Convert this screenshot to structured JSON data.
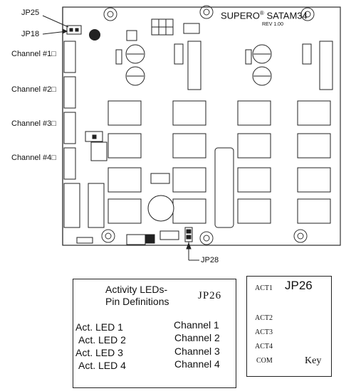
{
  "board": {
    "brand": "SUPERO",
    "model": "SATAM34",
    "rev": "REV 1.00",
    "jp25": "JP25",
    "jp18": "JP18",
    "jp28": "JP28",
    "channels": [
      "Channel #1□",
      "Channel #2□",
      "Channel #3□",
      "Channel #4□"
    ]
  },
  "pin_definitions": {
    "title_line1": "Activity LEDs-",
    "title_line2": "Pin Definitions",
    "jumper": "JP26",
    "rows": [
      {
        "led": "Act.  LED 1",
        "channel": "Channel  1"
      },
      {
        "led": "Act.  LED 2",
        "channel": "Channel 2"
      },
      {
        "led": "Act.  LED 3",
        "channel": "Channel 3"
      },
      {
        "led": "Act.  LED 4",
        "channel": "Channel 4"
      }
    ]
  },
  "key_panel": {
    "title": "JP26",
    "pins": [
      "ACT1",
      "ACT2",
      "ACT3",
      "ACT4",
      "COM"
    ],
    "key_label": "Key"
  }
}
